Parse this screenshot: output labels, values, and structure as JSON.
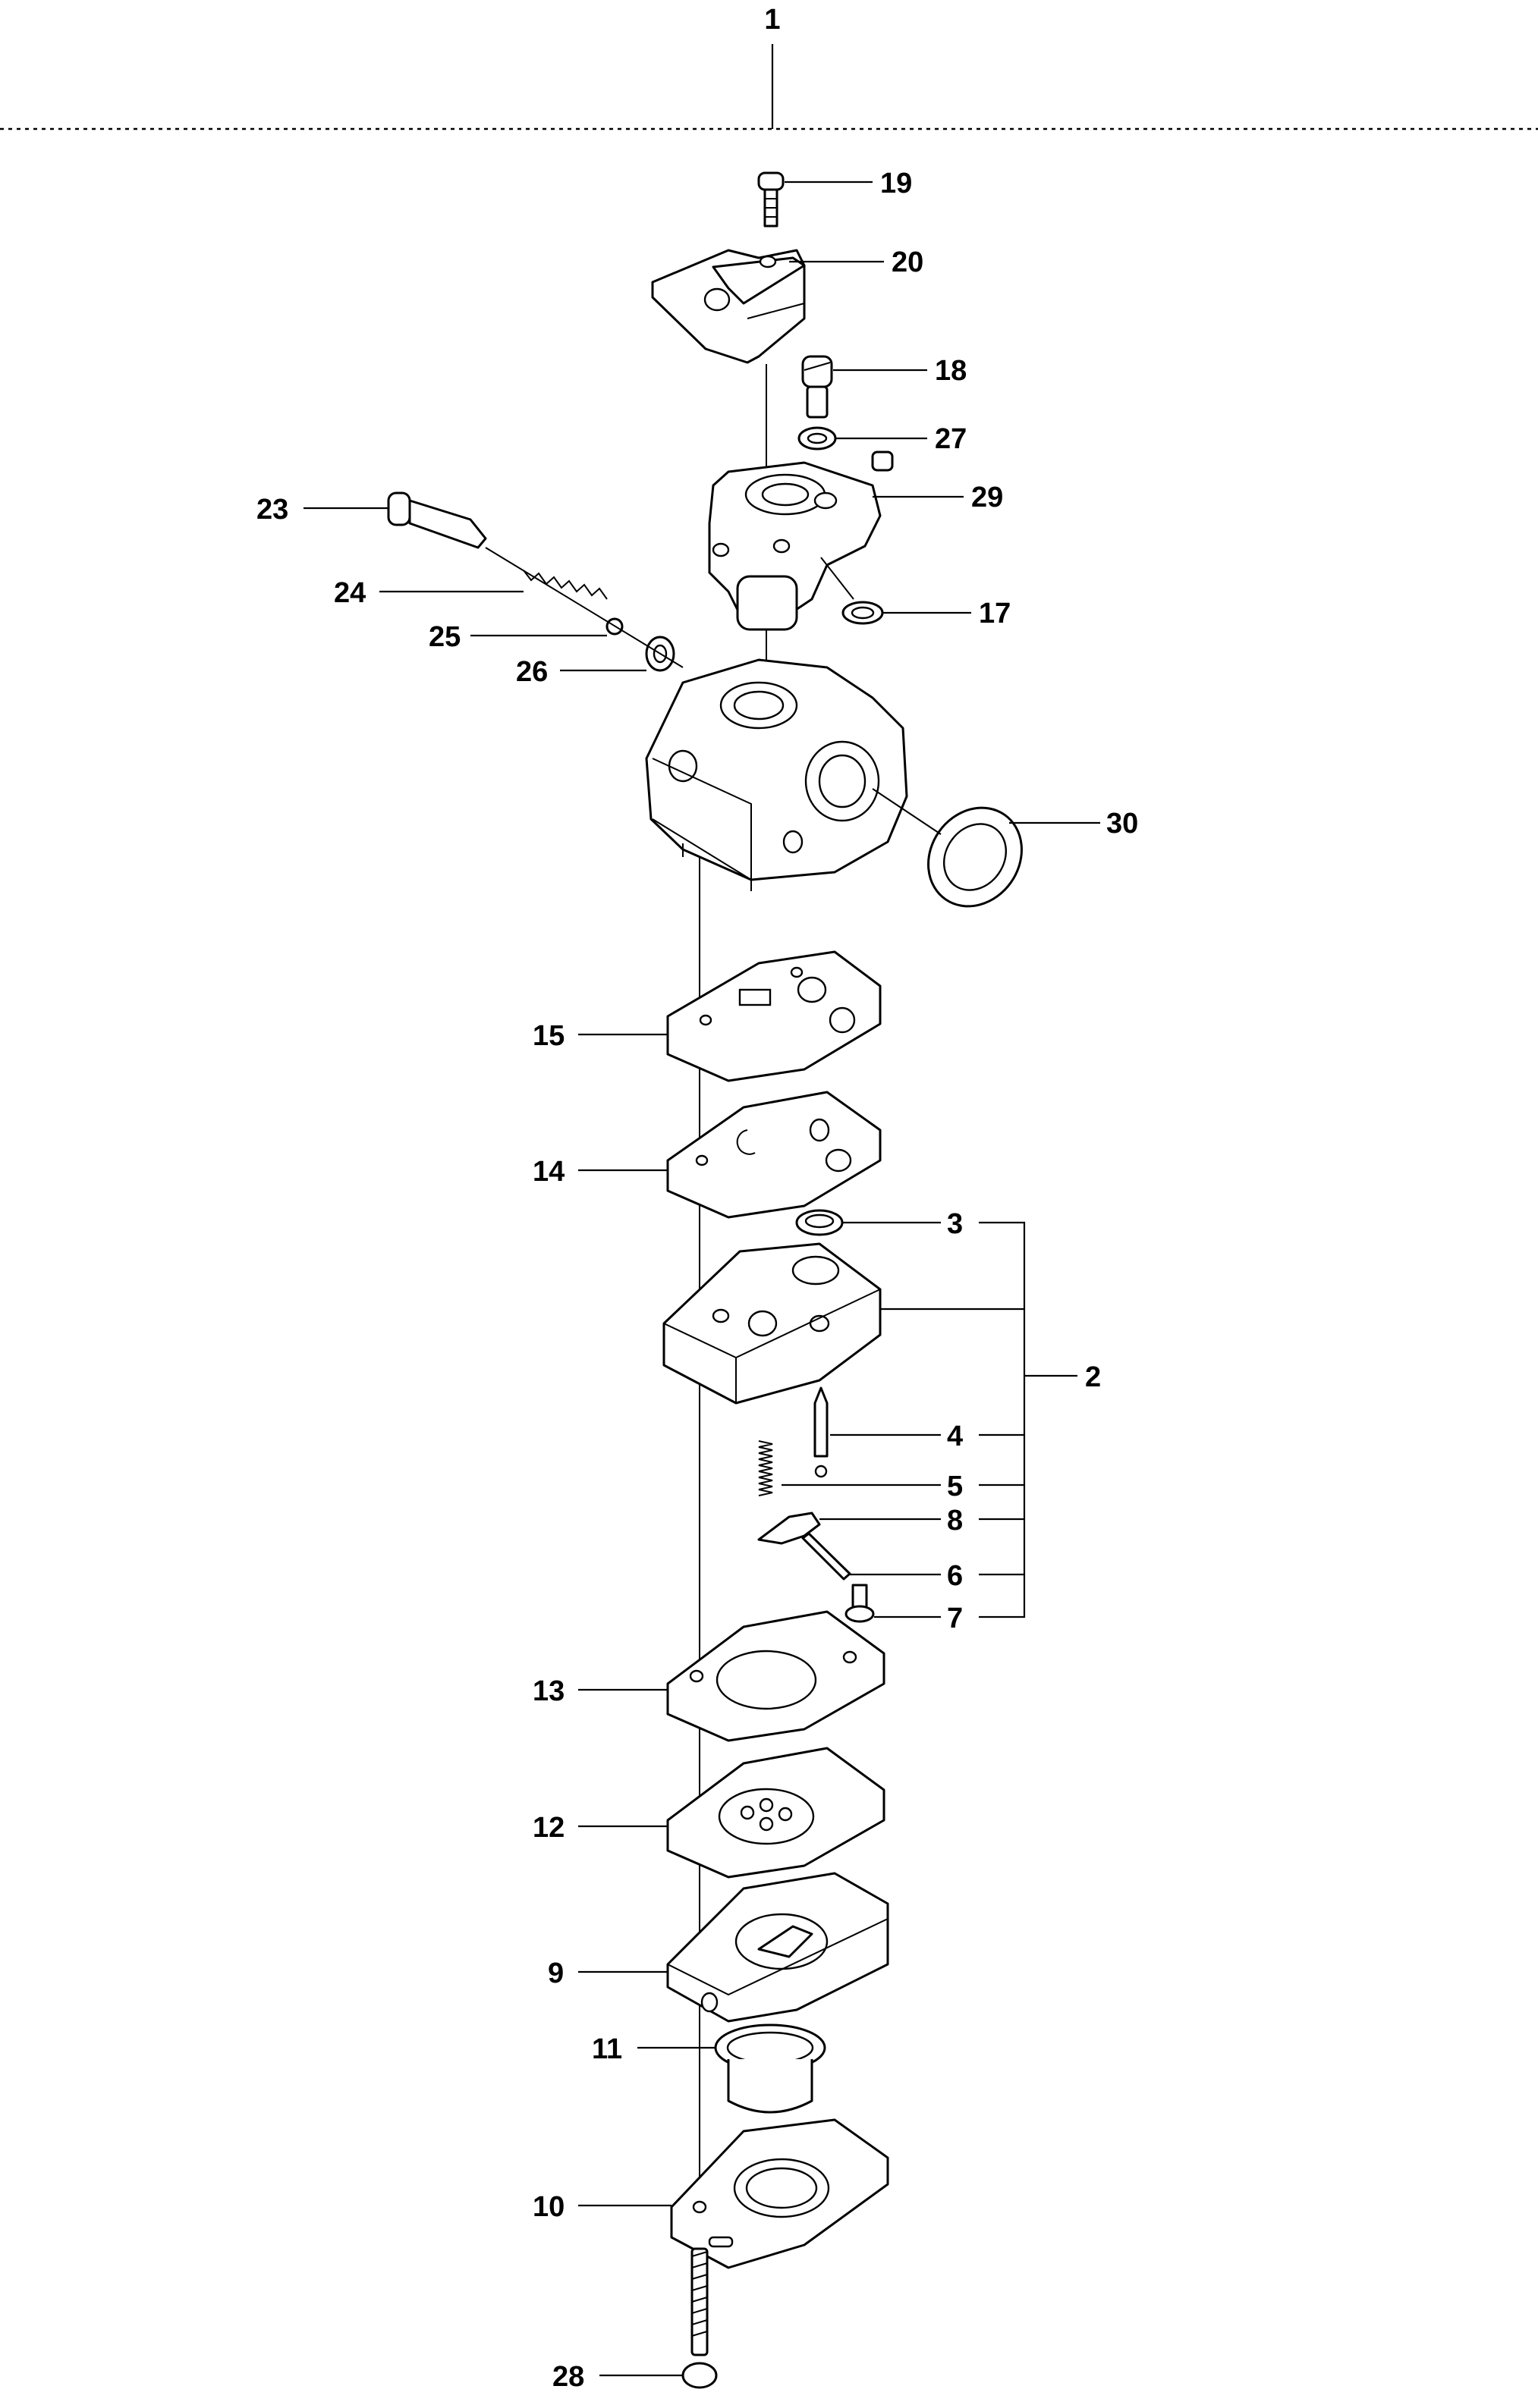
{
  "diagram": {
    "callouts": {
      "c1": "1",
      "c2": "2",
      "c3": "3",
      "c4": "4",
      "c5": "5",
      "c6": "6",
      "c7": "7",
      "c8": "8",
      "c9": "9",
      "c10": "10",
      "c11": "11",
      "c12": "12",
      "c13": "13",
      "c14": "14",
      "c15": "15",
      "c17": "17",
      "c18": "18",
      "c19": "19",
      "c20": "20",
      "c23": "23",
      "c24": "24",
      "c25": "25",
      "c26": "26",
      "c27": "27",
      "c28": "28",
      "c29": "29",
      "c30": "30"
    }
  }
}
